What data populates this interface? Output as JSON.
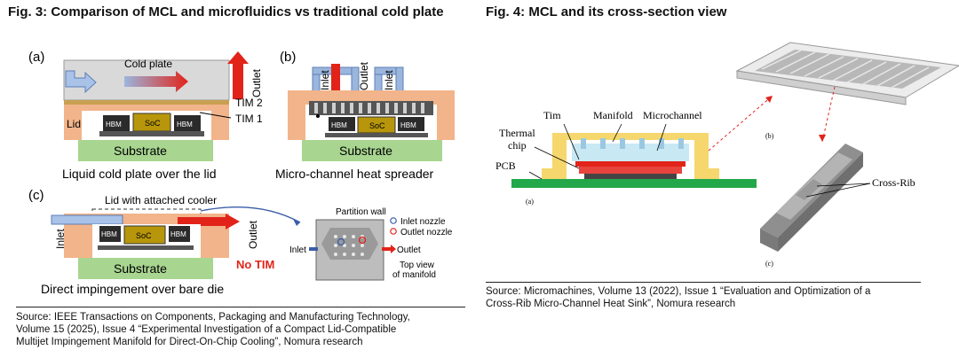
{
  "fig3": {
    "title": "Fig. 3: Comparison of MCL and microfluidics vs traditional cold plate",
    "panel_a": {
      "label": "(a)",
      "cold_plate": "Cold plate",
      "outlet": "Outlet",
      "tim2": "TIM 2",
      "tim1": "TIM 1",
      "lid": "Lid",
      "hbm": "HBM",
      "soc": "SoC",
      "substrate": "Substrate",
      "caption": "Liquid cold plate over the lid"
    },
    "panel_b": {
      "label": "(b)",
      "inlet1": "Inlet",
      "outlet": "Outlet",
      "inlet2": "Inlet",
      "hbm": "HBM",
      "soc": "SoC",
      "substrate": "Substrate",
      "caption": "Micro-channel heat spreader"
    },
    "panel_c": {
      "label": "(c)",
      "lid_cooler": "Lid with attached cooler",
      "inlet": "Inlet",
      "outlet": "Outlet",
      "hbm": "HBM",
      "soc": "SoC",
      "substrate": "Substrate",
      "no_tim": "No TIM",
      "caption": "Direct impingement over bare die",
      "inset": {
        "partition_wall": "Partition wall",
        "inlet_nozzle": "Inlet nozzle",
        "outlet_nozzle": "Outlet nozzle",
        "inlet": "Inlet",
        "outlet": "Outlet",
        "top_view_1": "Top view",
        "top_view_2": "of  manifold"
      }
    },
    "source_lines": [
      "Source: IEEE Transactions on Components, Packaging and Manufacturing Technology,",
      "Volume 15 (2025), Issue 4 “Experimental Investigation of a Compact Lid-Compatible",
      "Multijet Impingement Manifold for Direct-On-Chip Cooling”, Nomura research"
    ]
  },
  "fig4": {
    "title": "Fig. 4: MCL and its cross-section view",
    "labels": {
      "tim": "Tim",
      "manifold": "Manifold",
      "microchannel": "Microchannel",
      "thermal": "Thermal",
      "chip": "chip",
      "pcb": "PCB",
      "a": "(a)",
      "b": "(b)",
      "c": "(c)",
      "cross_rib": "Cross-Rib"
    },
    "source_lines": [
      "Source: Micromachines, Volume 13 (2022), Issue 1 “Evaluation and Optimization of a",
      "Cross-Rib Micro-Channel Heat Sink”, Nomura research"
    ]
  },
  "colors": {
    "lid_orange": "#f2b48a",
    "substrate_green": "#a8d590",
    "soc_gold": "#b8960b",
    "coolant_blue": "#9bb6dd",
    "hot_red": "#e2231a",
    "pcb_green": "#22a84a",
    "manifold_yellow": "#f5d76e"
  }
}
